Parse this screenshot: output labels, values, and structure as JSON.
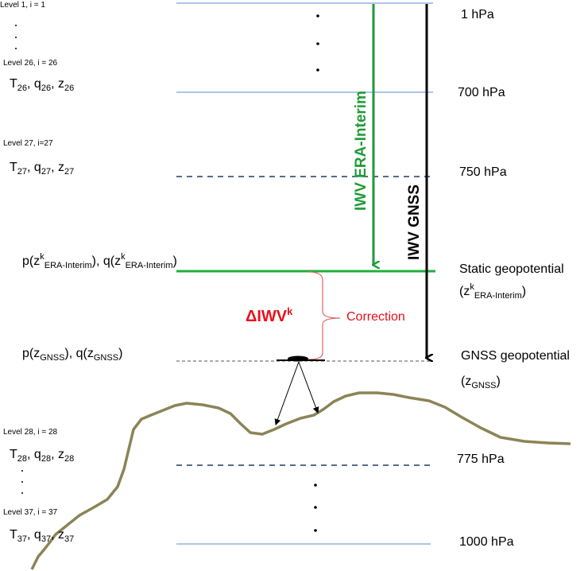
{
  "colors": {
    "era": "#1e9b38",
    "gnss": "#000000",
    "correction": "#e8101a",
    "terrain": "#8b8456",
    "pressure_line": "#7ba3d6",
    "dashed_line": "#1f3a60"
  },
  "left": {
    "level1": "Level 1,  i = 1",
    "level26": "Level 26,  i = 26",
    "T26": {
      "T": "T",
      "s1": "26",
      "q": ", q",
      "s2": "26",
      "z": ", z",
      "s3": "26"
    },
    "level27": "Level 27,  i=27",
    "T27": {
      "T": "T",
      "s1": "27",
      "q": ", q",
      "s2": "27",
      "z": ", z",
      "s3": "27"
    },
    "p_era": {
      "a": "p(z",
      "k": "k",
      "b": "ERA-Interim",
      "c": "),  q(z",
      "d": "ERA-Interim",
      "e": ")"
    },
    "p_gnss": {
      "a": "p(z",
      "b": "GNSS",
      "c": "), q(z",
      "d": "GNSS",
      "e": ")"
    },
    "level28": "Level  28,  i = 28",
    "T28": {
      "T": "T",
      "s1": "28",
      "q": ", q",
      "s2": "28",
      "z": ", z",
      "s3": "28"
    },
    "level37": "Level  37,  i = 37",
    "T37": {
      "T": "T",
      "s1": "37",
      "q": ", q",
      "s2": "37",
      "z": ", z",
      "s3": "37"
    }
  },
  "right": {
    "p1": "1 hPa",
    "p700": "700 hPa",
    "p750": "750 hPa",
    "static": "Static geopotential",
    "static_sub": {
      "a": "(z",
      "k": "k",
      "b": "ERA-Interim",
      "c": ")"
    },
    "gnss": "GNSS geopotential",
    "gnss_sub": {
      "a": "(z",
      "b": "GNSS",
      "c": ")"
    },
    "p775": "775 hPa",
    "p1000": "1000 hPa"
  },
  "arrows": {
    "era_label": "IWV ERA-Interim",
    "gnss_label": "IWV GNSS"
  },
  "correction": {
    "delta": "ΔIWV",
    "k": "k",
    "label": "Correction"
  }
}
